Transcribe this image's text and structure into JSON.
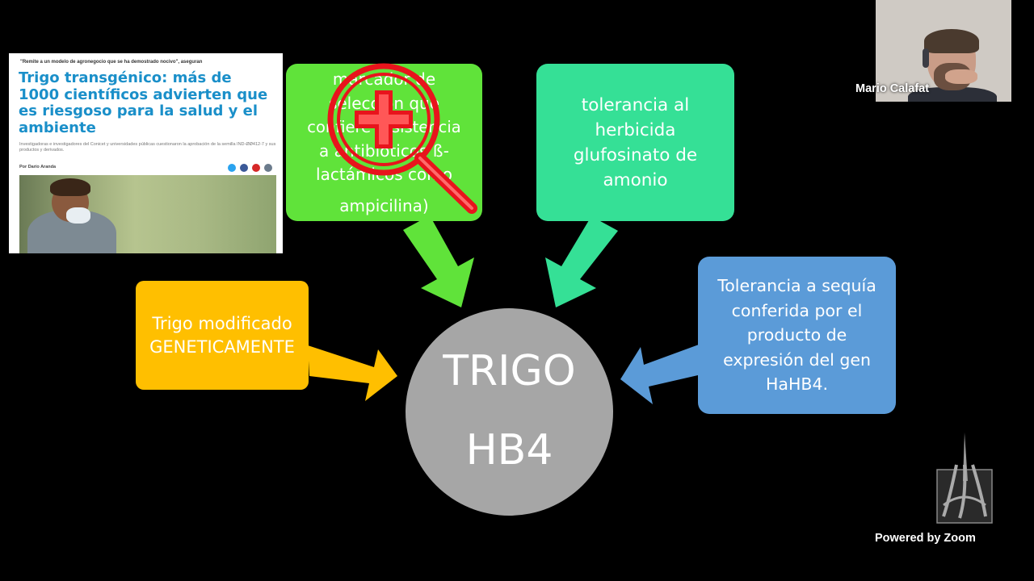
{
  "clipping": {
    "kicker": "\"Remite a un modelo de agronegocio que se ha demostrado nocivo\", aseguran",
    "title": "Trigo transgénico: más de 1000 científicos advierten que es riesgoso para la salud y el ambiente",
    "subtitle": "Investigadoras e investigadores del Conicet y universidades públicas cuestionaron la aprobación de la semilla IND-ØØ412-7 y sus productos y derivados.",
    "author": "Por Darío Aranda"
  },
  "diagram": {
    "center_line1": "TRIGO",
    "center_line2": "HB4",
    "green_lines": [
      "marcador de",
      "selección que",
      "confiere resistencia",
      "a antibióticos ß-",
      "lactámicos como",
      "ampicilina)"
    ],
    "teal_lines": [
      "tolerancia al",
      "herbicida",
      "glufosinato de",
      "amonio"
    ],
    "yellow_lines": [
      "Trigo modificado",
      "GENETICAMENTE"
    ],
    "blue_lines": [
      "Tolerancia a sequía",
      "conferida por el",
      "producto de",
      "expresión del gen",
      "HaHB4."
    ]
  },
  "video": {
    "participant_name": "Mario Calafat"
  },
  "footer": {
    "powered_by": "Powered by Zoom"
  },
  "colors": {
    "green": "#60e33a",
    "teal": "#35e096",
    "yellow": "#ffbf00",
    "blue": "#5b9bd8",
    "circle": "#a6a6a6",
    "zoom_icon": "#e8141c",
    "headline": "#1a8fc9"
  }
}
